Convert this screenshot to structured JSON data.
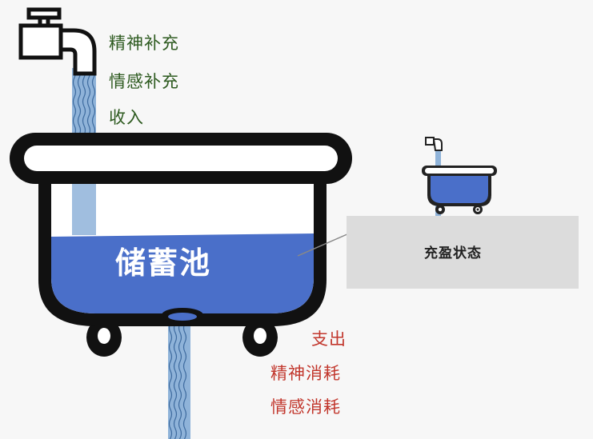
{
  "inflow": {
    "items": [
      "精神补充",
      "情感补充",
      "收入"
    ],
    "color": "#2d5a1f"
  },
  "outflow": {
    "items": [
      "支出",
      "精神消耗",
      "情感消耗"
    ],
    "color": "#c2372d"
  },
  "reservoir": {
    "label": "储蓄池",
    "water_color": "#4a6fc9"
  },
  "status": {
    "label": "充盈状态"
  },
  "icons": [
    "faucet-icon",
    "bathtub-icon",
    "water-stream-icon",
    "small-faucet-icon",
    "small-bathtub-icon"
  ]
}
